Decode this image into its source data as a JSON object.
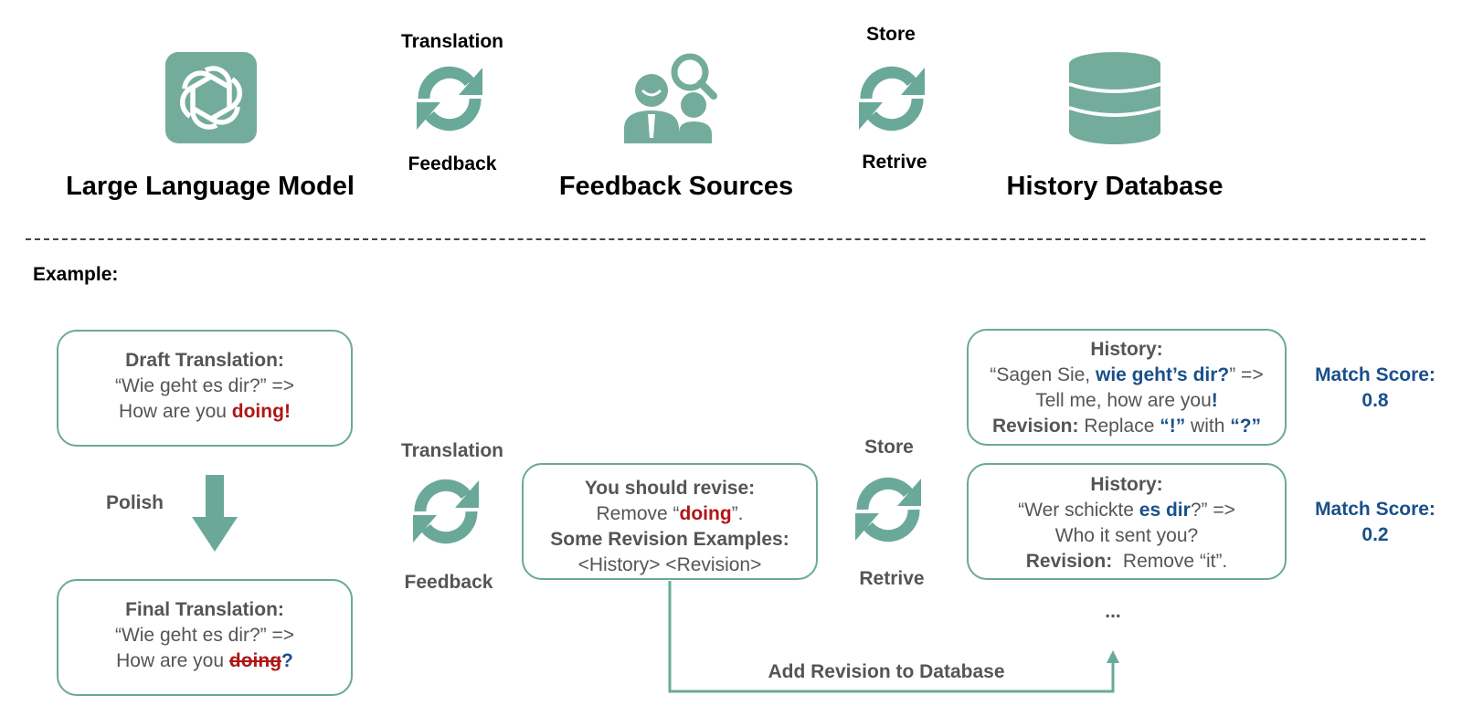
{
  "header": {
    "llm": {
      "title": "Large Language Model",
      "icon": "openai-logo-icon"
    },
    "arrow1": {
      "top": "Translation",
      "bottom": "Feedback",
      "icon": "cycle-arrows-icon"
    },
    "feedback": {
      "title": "Feedback Sources",
      "icon": "people-search-icon"
    },
    "arrow2": {
      "top": "Store",
      "bottom": "Retrive",
      "icon": "cycle-arrows-icon"
    },
    "history": {
      "title": "History Database",
      "icon": "database-icon"
    }
  },
  "example": {
    "label": "Example:",
    "draft": {
      "title": "Draft Translation:",
      "source": "“Wie geht es dir?” =>",
      "target_prefix": "How are you ",
      "target_highlight": "doing",
      "target_suffix": "!"
    },
    "polish_label": "Polish",
    "final": {
      "title": "Final Translation:",
      "source": "“Wie geht es dir?” =>",
      "target_prefix": "How are you ",
      "target_struck": "doing",
      "target_suffix": "?"
    },
    "cycle_left": {
      "top": "Translation",
      "bottom": "Feedback"
    },
    "revise": {
      "title": "You should revise:",
      "remove_prefix": "Remove “",
      "remove_word": "doing",
      "remove_suffix": "”.",
      "examples_title": "Some Revision Examples:",
      "examples_line": "<History> <Revision>"
    },
    "cycle_right": {
      "top": "Store",
      "bottom": "Retrive"
    },
    "history1": {
      "title": "History:",
      "line1_prefix": "“Sagen Sie, ",
      "line1_highlight": "wie geht’s dir?",
      "line1_suffix": "” =>",
      "line2_prefix": "Tell me, how are you",
      "line2_highlight": "!",
      "rev_label": "Revision:",
      "rev_text1": " Replace ",
      "rev_q1": "“!”",
      "rev_text2": " with ",
      "rev_q2": "“?”",
      "score_label": "Match Score:",
      "score_value": "0.8"
    },
    "history2": {
      "title": "History:",
      "line1_prefix": "“Wer schickte ",
      "line1_highlight": "es dir",
      "line1_suffix": "?” =>",
      "line2": "Who it sent you?",
      "rev_label": "Revision:",
      "rev_text": "  Remove “it”.",
      "score_label": "Match Score:",
      "score_value": "0.2"
    },
    "ellipsis": "...",
    "add_revision_label": "Add Revision to Database"
  },
  "colors": {
    "teal": "#6aa999",
    "teal_dark": "#5fa08f",
    "red": "#b01515",
    "blue": "#1a4f8a"
  }
}
